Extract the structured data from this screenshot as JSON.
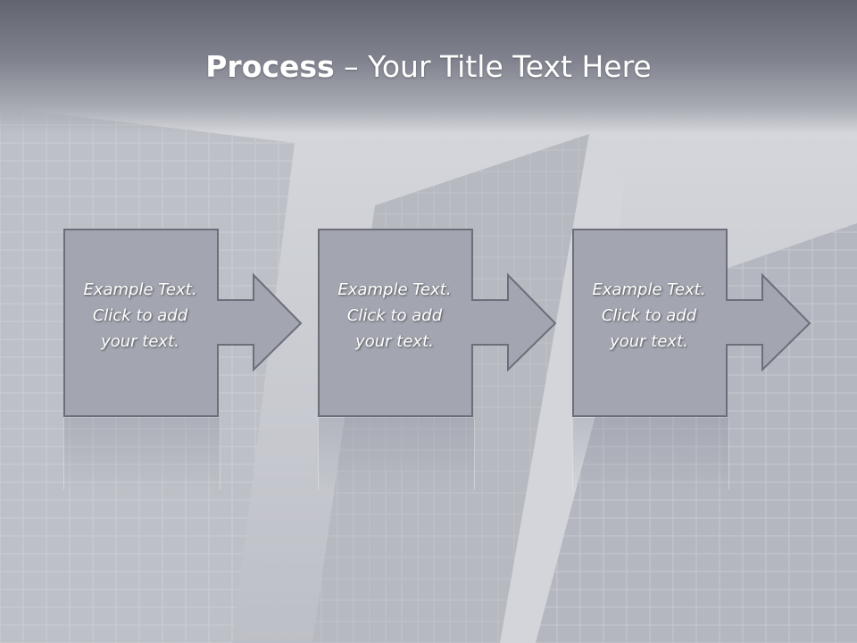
{
  "title": {
    "bold": "Process",
    "rest": " – Your Title Text Here"
  },
  "steps": [
    {
      "text": "Example Text.\nClick  to add\nyour text."
    },
    {
      "text": "Example Text.\nClick  to add\nyour text."
    },
    {
      "text": "Example Text.\nClick  to add\nyour text."
    }
  ],
  "colors": {
    "shape_fill": "#a3a6b0",
    "shape_border": "#6c6f79",
    "title_bar": "#70737e"
  }
}
